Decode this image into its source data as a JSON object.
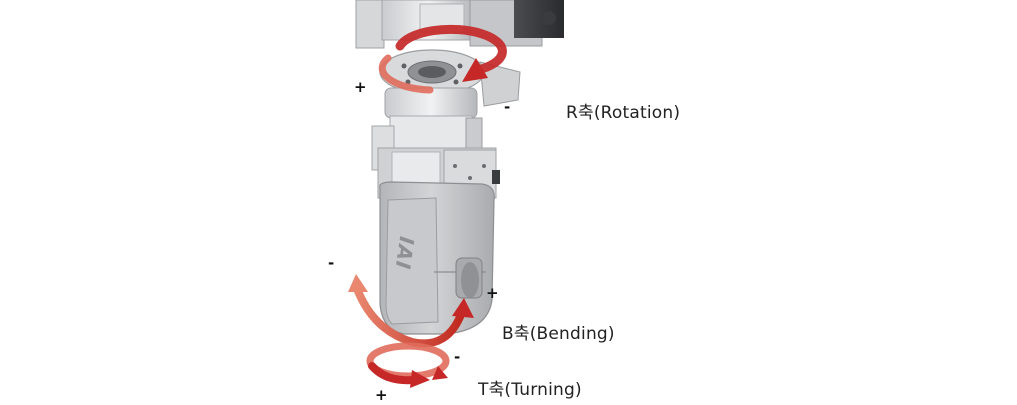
{
  "axes": {
    "r_axis": {
      "label": "R축(Rotation)",
      "plus": "+",
      "minus": "-"
    },
    "b_axis": {
      "label": "B축(Bending)",
      "plus": "+",
      "minus": "-"
    },
    "t_axis": {
      "label": "T축(Turning)",
      "plus": "+",
      "minus": "-"
    }
  },
  "logo_text": "IAI",
  "colors": {
    "arrow_red": "#c62828",
    "arrow_red_light": "#e57373",
    "body_grey": "#bcbec1",
    "metal": "#d9dbdd"
  }
}
